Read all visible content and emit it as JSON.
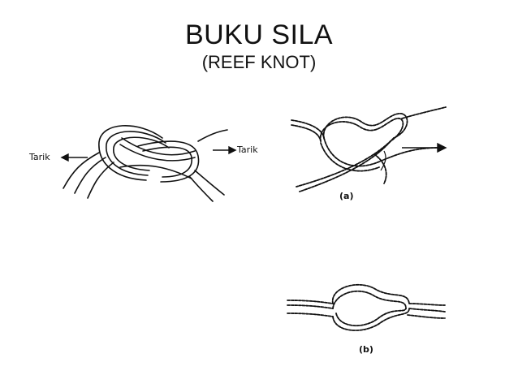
{
  "slide": {
    "title": "BUKU SILA",
    "subtitle": "(REEF KNOT)"
  },
  "figure_left": {
    "label_left": "Tarik",
    "label_right": "Tarik"
  },
  "figure_a": {
    "caption": "(a)"
  },
  "figure_b": {
    "caption": "(b)"
  },
  "colors": {
    "ink": "#111111",
    "background": "#ffffff"
  }
}
